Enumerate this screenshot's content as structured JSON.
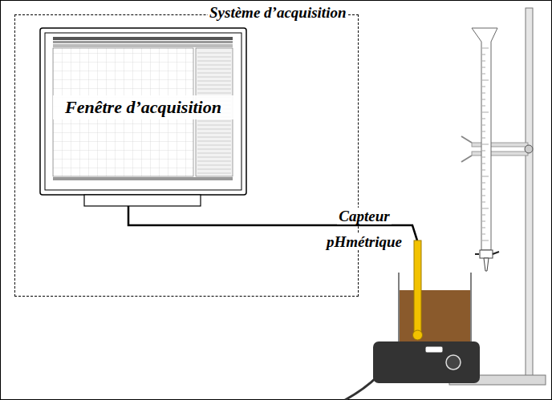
{
  "diagram": {
    "nodes": [
      {
        "text": [
          "Système d’acquisition"
        ]
      },
      {
        "text": [
          "Fenêtre d’acquisition"
        ],
        "in": 0
      }
    ],
    "labels": [
      "Capteur pHmétrique"
    ]
  }
}
